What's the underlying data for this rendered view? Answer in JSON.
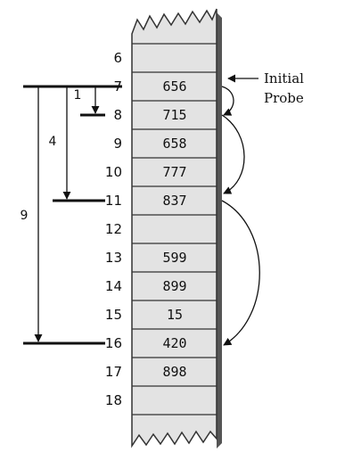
{
  "diagram": {
    "rows": [
      {
        "index": "6",
        "value": ""
      },
      {
        "index": "7",
        "value": "656"
      },
      {
        "index": "8",
        "value": "715"
      },
      {
        "index": "9",
        "value": "658"
      },
      {
        "index": "10",
        "value": "777"
      },
      {
        "index": "11",
        "value": "837"
      },
      {
        "index": "12",
        "value": ""
      },
      {
        "index": "13",
        "value": "599"
      },
      {
        "index": "14",
        "value": "899"
      },
      {
        "index": "15",
        "value": "15"
      },
      {
        "index": "16",
        "value": "420"
      },
      {
        "index": "17",
        "value": "898"
      },
      {
        "index": "18",
        "value": ""
      }
    ],
    "annotation": {
      "line1": "Initial",
      "line2": "Probe"
    },
    "step_labels": {
      "first": "1",
      "second": "4",
      "third": "9"
    }
  }
}
